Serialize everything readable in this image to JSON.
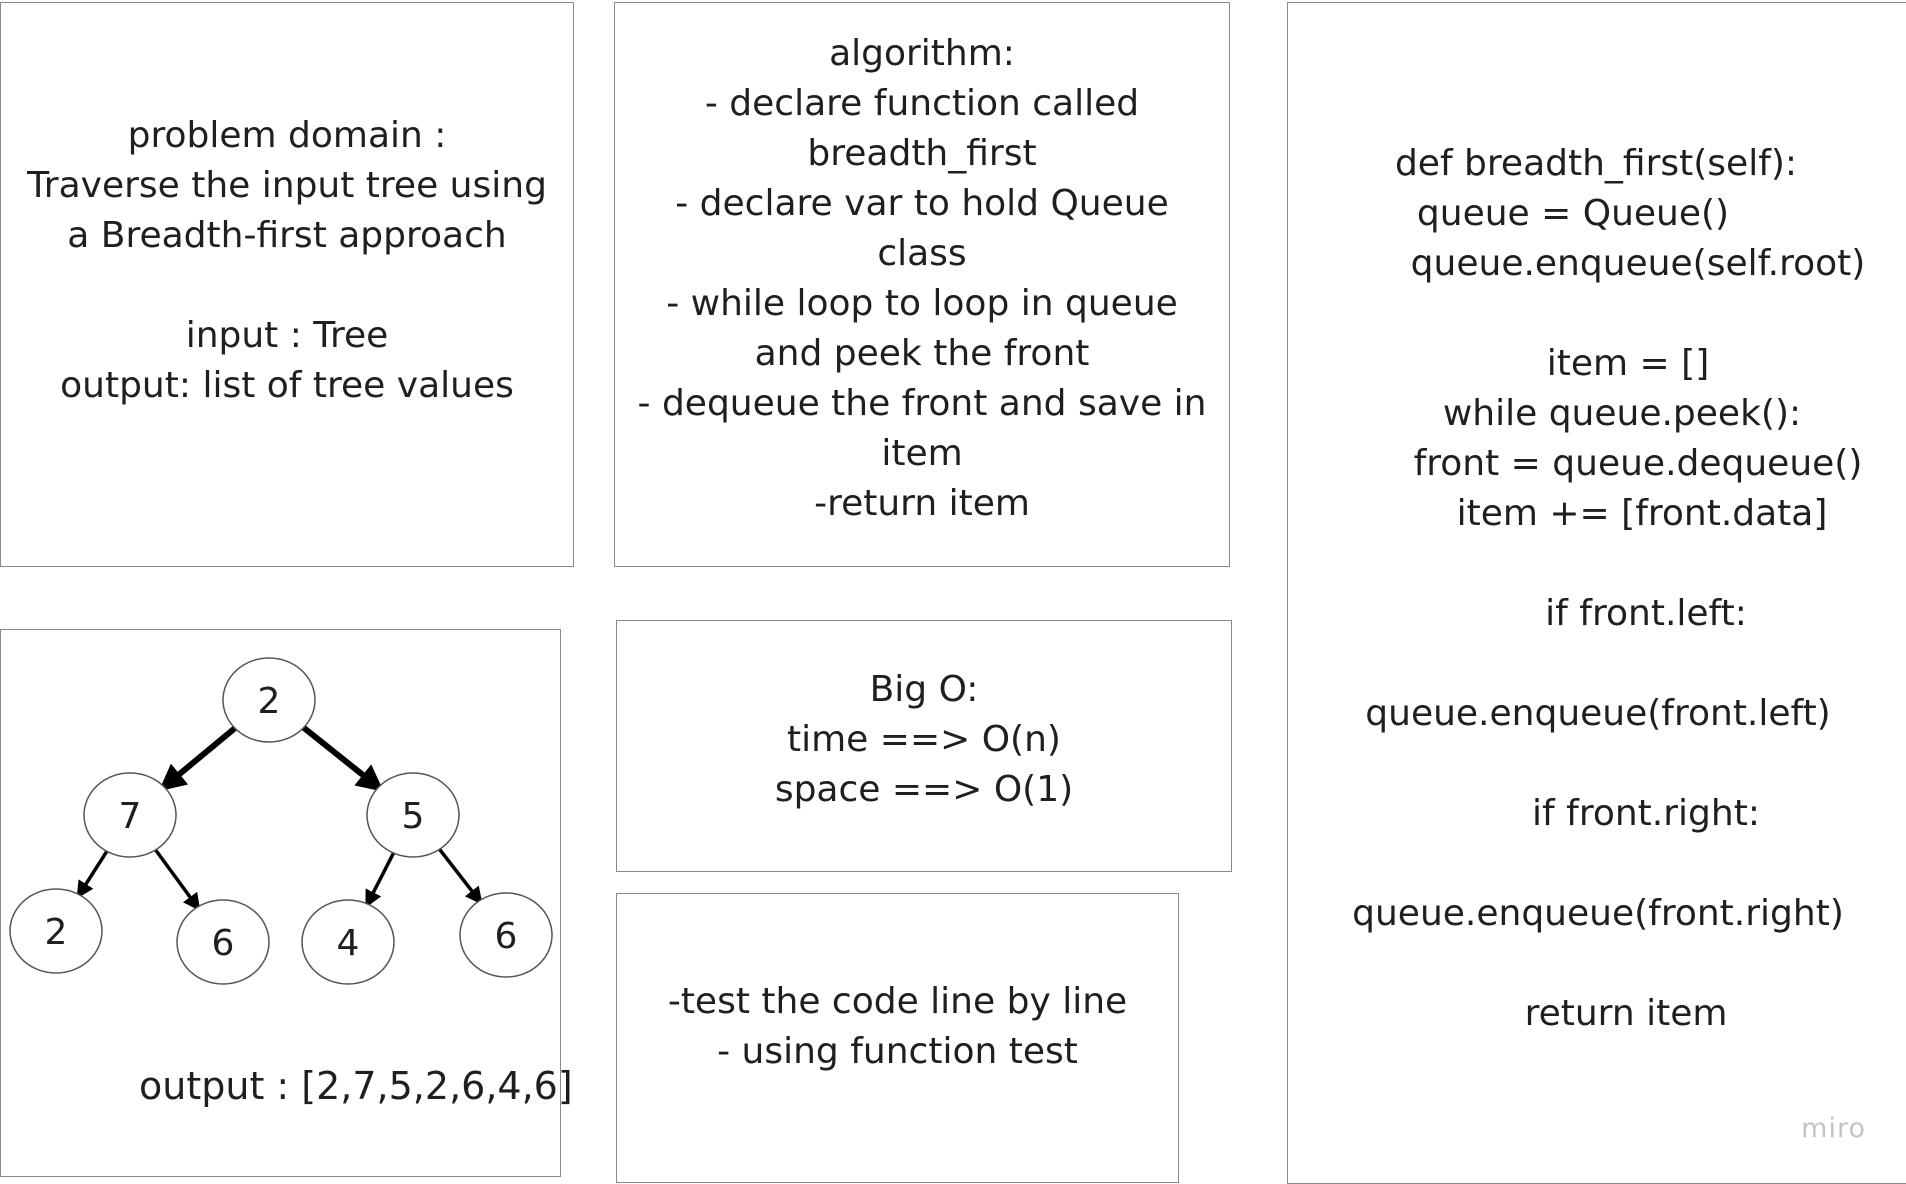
{
  "problem": {
    "lines": [
      "problem domain :",
      "Traverse the input tree using",
      "a Breadth-first approach",
      "",
      "input : Tree",
      "output: list of tree values"
    ]
  },
  "algorithm": {
    "lines": [
      "algorithm:",
      "- declare function called",
      "breadth_first",
      "- declare var to hold Queue",
      "class",
      "- while loop to loop in queue",
      "and peek the front",
      "- dequeue the front and save in",
      "item",
      "-return item"
    ]
  },
  "code": {
    "lines": [
      "def breadth_first(self):",
      "queue = Queue()",
      "queue.enqueue(self.root)",
      "",
      "item = []",
      "while queue.peek():",
      "front = queue.dequeue()",
      "item += [front.data]",
      "",
      "if front.left:",
      "",
      "queue.enqueue(front.left)",
      "",
      "if front.right:",
      "",
      "queue.enqueue(front.right)",
      "",
      "return item"
    ]
  },
  "bigo": {
    "lines": [
      "Big O:",
      "time ==> O(n)",
      "space ==> O(1)"
    ]
  },
  "test": {
    "lines": [
      "-test the code line by line",
      "- using function test"
    ]
  },
  "tree": {
    "nodes": [
      {
        "id": "root",
        "value": "2"
      },
      {
        "id": "l",
        "value": "7"
      },
      {
        "id": "r",
        "value": "5"
      },
      {
        "id": "ll",
        "value": "2"
      },
      {
        "id": "lr",
        "value": "6"
      },
      {
        "id": "rl",
        "value": "4"
      },
      {
        "id": "rr",
        "value": "6"
      }
    ],
    "edges": [
      {
        "from": "root",
        "to": "l"
      },
      {
        "from": "root",
        "to": "r"
      },
      {
        "from": "l",
        "to": "ll"
      },
      {
        "from": "l",
        "to": "lr"
      },
      {
        "from": "r",
        "to": "rl"
      },
      {
        "from": "r",
        "to": "rr"
      }
    ],
    "output": "output : [2,7,5,2,6,4,6]"
  },
  "watermark": "miro"
}
